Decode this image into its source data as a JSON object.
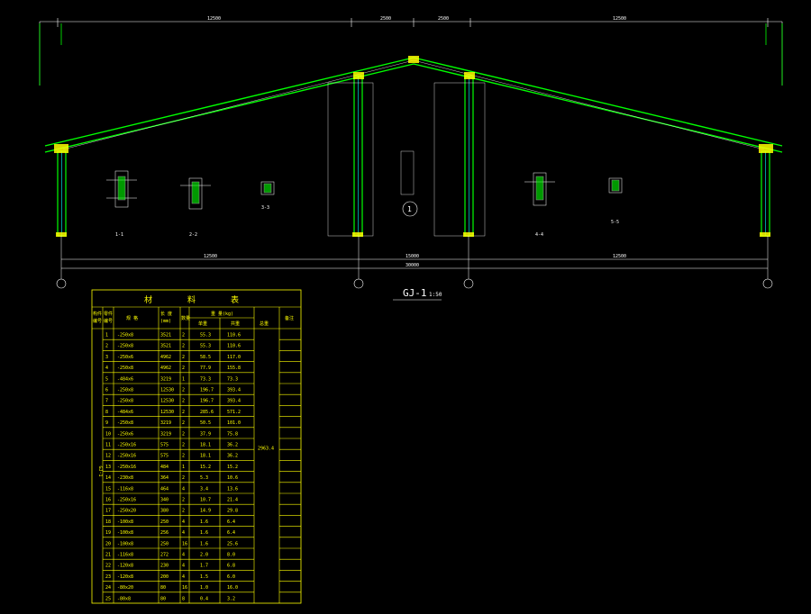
{
  "drawing": {
    "title": "GJ-1",
    "scale": "1:50",
    "axis_bubble": "1",
    "dims_top": [
      "12500",
      "2500",
      "2500",
      "12500"
    ],
    "dims_bottom_row1": [
      "12500",
      "15000",
      "12500"
    ],
    "dims_bottom_total": "30000",
    "sections": [
      "1-1",
      "2-2",
      "3-3",
      "4-4",
      "5-5"
    ]
  },
  "table": {
    "title_chars": [
      "材",
      "料",
      "表"
    ],
    "headers": {
      "member": "构件\n编号",
      "part": "零件\n编号",
      "spec": "规 格",
      "length": "长 度\n(mm)",
      "qty": "数量",
      "weight_group": "重 量(kg)",
      "unit": "单重",
      "total": "共重",
      "sum": "总重",
      "note": "备注"
    },
    "member_id": "GJ-1",
    "grand_total": "2963.4",
    "rows": [
      {
        "no": "1",
        "spec": "-250x8",
        "len": "3521",
        "qty": "2",
        "unit": "55.3",
        "total": "110.6"
      },
      {
        "no": "2",
        "spec": "-250x8",
        "len": "3521",
        "qty": "2",
        "unit": "55.3",
        "total": "110.6"
      },
      {
        "no": "3",
        "spec": "-250x6",
        "len": "4962",
        "qty": "2",
        "unit": "58.5",
        "total": "117.0"
      },
      {
        "no": "4",
        "spec": "-250x8",
        "len": "4962",
        "qty": "2",
        "unit": "77.9",
        "total": "155.8"
      },
      {
        "no": "5",
        "spec": "-484x6",
        "len": "3219",
        "qty": "1",
        "unit": "73.3",
        "total": "73.3"
      },
      {
        "no": "6",
        "spec": "-250x8",
        "len": "12530",
        "qty": "2",
        "unit": "196.7",
        "total": "393.4"
      },
      {
        "no": "7",
        "spec": "-250x8",
        "len": "12530",
        "qty": "2",
        "unit": "196.7",
        "total": "393.4"
      },
      {
        "no": "8",
        "spec": "-484x6",
        "len": "12530",
        "qty": "2",
        "unit": "285.6",
        "total": "571.2"
      },
      {
        "no": "9",
        "spec": "-250x8",
        "len": "3219",
        "qty": "2",
        "unit": "50.5",
        "total": "101.0"
      },
      {
        "no": "10",
        "spec": "-250x6",
        "len": "3219",
        "qty": "2",
        "unit": "37.9",
        "total": "75.8"
      },
      {
        "no": "11",
        "spec": "-250x16",
        "len": "575",
        "qty": "2",
        "unit": "18.1",
        "total": "36.2"
      },
      {
        "no": "12",
        "spec": "-250x16",
        "len": "575",
        "qty": "2",
        "unit": "18.1",
        "total": "36.2"
      },
      {
        "no": "13",
        "spec": "-250x16",
        "len": "484",
        "qty": "1",
        "unit": "15.2",
        "total": "15.2"
      },
      {
        "no": "14",
        "spec": "-230x8",
        "len": "364",
        "qty": "2",
        "unit": "5.3",
        "total": "10.6"
      },
      {
        "no": "15",
        "spec": "-116x8",
        "len": "464",
        "qty": "4",
        "unit": "3.4",
        "total": "13.6"
      },
      {
        "no": "16",
        "spec": "-250x16",
        "len": "340",
        "qty": "2",
        "unit": "10.7",
        "total": "21.4"
      },
      {
        "no": "17",
        "spec": "-250x20",
        "len": "380",
        "qty": "2",
        "unit": "14.9",
        "total": "29.8"
      },
      {
        "no": "18",
        "spec": "-100x8",
        "len": "250",
        "qty": "4",
        "unit": "1.6",
        "total": "6.4"
      },
      {
        "no": "19",
        "spec": "-100x8",
        "len": "256",
        "qty": "4",
        "unit": "1.6",
        "total": "6.4"
      },
      {
        "no": "20",
        "spec": "-100x8",
        "len": "250",
        "qty": "16",
        "unit": "1.6",
        "total": "25.6"
      },
      {
        "no": "21",
        "spec": "-116x8",
        "len": "272",
        "qty": "4",
        "unit": "2.0",
        "total": "8.0"
      },
      {
        "no": "22",
        "spec": "-120x8",
        "len": "230",
        "qty": "4",
        "unit": "1.7",
        "total": "6.8"
      },
      {
        "no": "23",
        "spec": "-120x8",
        "len": "200",
        "qty": "4",
        "unit": "1.5",
        "total": "6.0"
      },
      {
        "no": "24",
        "spec": "-80x20",
        "len": "80",
        "qty": "16",
        "unit": "1.0",
        "total": "16.0"
      },
      {
        "no": "25",
        "spec": "-80x8",
        "len": "80",
        "qty": "8",
        "unit": "0.4",
        "total": "3.2"
      }
    ]
  },
  "colors": {
    "background": "#000000",
    "member_green": "#00ff00",
    "outline_white": "#ffffff",
    "table_yellow": "#ffff00",
    "hatch_cyan": "#00ffff",
    "node_red": "#ff3030"
  }
}
